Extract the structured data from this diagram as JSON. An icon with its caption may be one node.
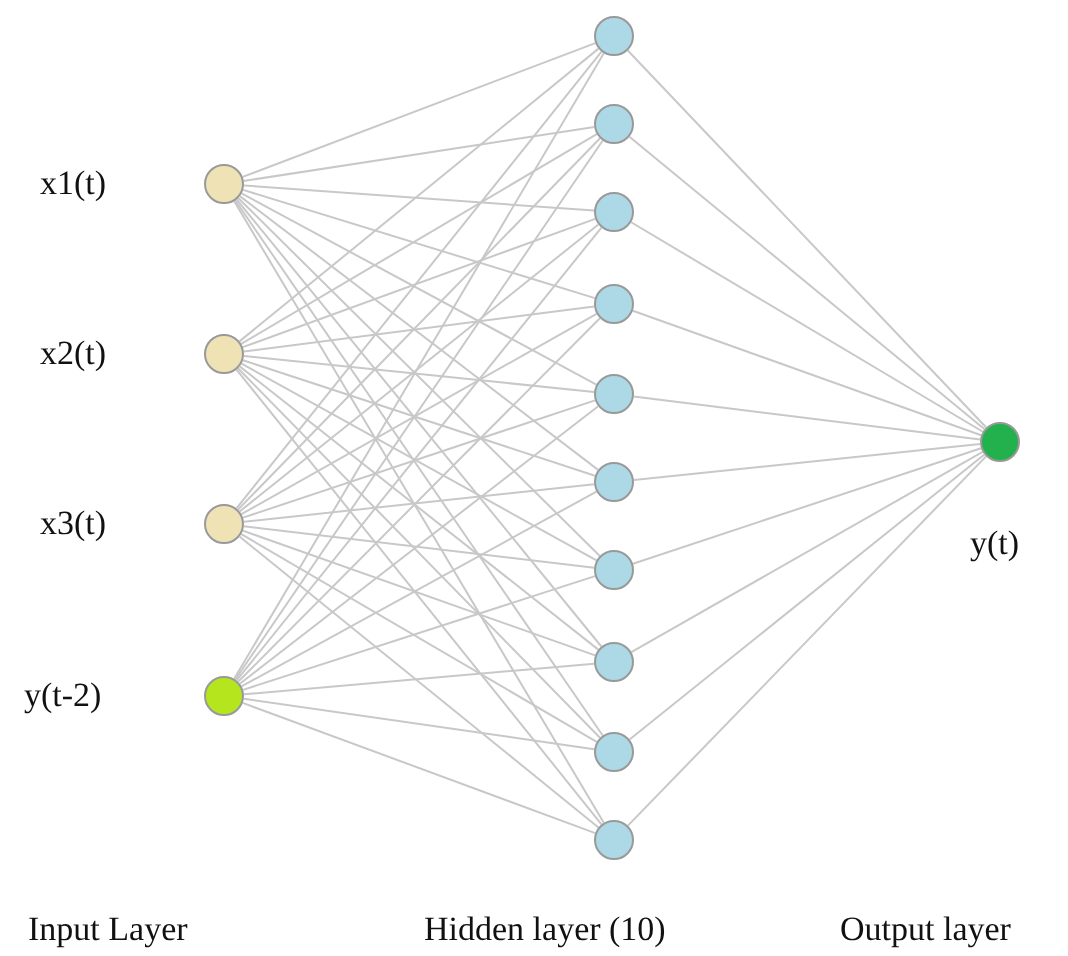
{
  "diagram": {
    "nodes": [
      {
        "text": [],
        "shape": "circle",
        "beside": [
          "x1(t)"
        ]
      },
      {
        "text": [],
        "shape": "circle",
        "beside": [
          "x2(t)"
        ]
      },
      {
        "text": [],
        "shape": "circle",
        "beside": [
          "x3(t)"
        ]
      },
      {
        "text": [],
        "shape": "circle",
        "beside": [
          "y(t-2)"
        ]
      },
      {
        "text": [],
        "shape": "circle"
      },
      {
        "text": [],
        "shape": "circle"
      },
      {
        "text": [],
        "shape": "circle"
      },
      {
        "text": [],
        "shape": "circle"
      },
      {
        "text": [],
        "shape": "circle"
      },
      {
        "text": [],
        "shape": "circle"
      },
      {
        "text": [],
        "shape": "circle"
      },
      {
        "text": [],
        "shape": "circle"
      },
      {
        "text": [],
        "shape": "circle"
      },
      {
        "text": [],
        "shape": "circle"
      },
      {
        "text": [],
        "shape": "circle",
        "beside": [
          "y(t)"
        ]
      }
    ],
    "edges": [
      {
        "from": 0,
        "to": 4,
        "arrow": "none"
      },
      {
        "from": 0,
        "to": 5,
        "arrow": "none"
      },
      {
        "from": 0,
        "to": 6,
        "arrow": "none"
      },
      {
        "from": 0,
        "to": 7,
        "arrow": "none"
      },
      {
        "from": 0,
        "to": 8,
        "arrow": "none"
      },
      {
        "from": 0,
        "to": 9,
        "arrow": "none"
      },
      {
        "from": 0,
        "to": 10,
        "arrow": "none"
      },
      {
        "from": 0,
        "to": 11,
        "arrow": "none"
      },
      {
        "from": 0,
        "to": 12,
        "arrow": "none"
      },
      {
        "from": 0,
        "to": 13,
        "arrow": "none"
      },
      {
        "from": 1,
        "to": 4,
        "arrow": "none"
      },
      {
        "from": 1,
        "to": 5,
        "arrow": "none"
      },
      {
        "from": 1,
        "to": 6,
        "arrow": "none"
      },
      {
        "from": 1,
        "to": 7,
        "arrow": "none"
      },
      {
        "from": 1,
        "to": 8,
        "arrow": "none"
      },
      {
        "from": 1,
        "to": 9,
        "arrow": "none"
      },
      {
        "from": 1,
        "to": 10,
        "arrow": "none"
      },
      {
        "from": 1,
        "to": 11,
        "arrow": "none"
      },
      {
        "from": 1,
        "to": 12,
        "arrow": "none"
      },
      {
        "from": 1,
        "to": 13,
        "arrow": "none"
      },
      {
        "from": 2,
        "to": 4,
        "arrow": "none"
      },
      {
        "from": 2,
        "to": 5,
        "arrow": "none"
      },
      {
        "from": 2,
        "to": 6,
        "arrow": "none"
      },
      {
        "from": 2,
        "to": 7,
        "arrow": "none"
      },
      {
        "from": 2,
        "to": 8,
        "arrow": "none"
      },
      {
        "from": 2,
        "to": 9,
        "arrow": "none"
      },
      {
        "from": 2,
        "to": 10,
        "arrow": "none"
      },
      {
        "from": 2,
        "to": 11,
        "arrow": "none"
      },
      {
        "from": 2,
        "to": 12,
        "arrow": "none"
      },
      {
        "from": 2,
        "to": 13,
        "arrow": "none"
      },
      {
        "from": 3,
        "to": 4,
        "arrow": "none"
      },
      {
        "from": 3,
        "to": 5,
        "arrow": "none"
      },
      {
        "from": 3,
        "to": 6,
        "arrow": "none"
      },
      {
        "from": 3,
        "to": 7,
        "arrow": "none"
      },
      {
        "from": 3,
        "to": 8,
        "arrow": "none"
      },
      {
        "from": 3,
        "to": 9,
        "arrow": "none"
      },
      {
        "from": 3,
        "to": 10,
        "arrow": "none"
      },
      {
        "from": 3,
        "to": 11,
        "arrow": "none"
      },
      {
        "from": 3,
        "to": 12,
        "arrow": "none"
      },
      {
        "from": 3,
        "to": 13,
        "arrow": "none"
      },
      {
        "from": 4,
        "to": 14,
        "arrow": "none"
      },
      {
        "from": 5,
        "to": 14,
        "arrow": "none"
      },
      {
        "from": 6,
        "to": 14,
        "arrow": "none"
      },
      {
        "from": 7,
        "to": 14,
        "arrow": "none"
      },
      {
        "from": 8,
        "to": 14,
        "arrow": "none"
      },
      {
        "from": 9,
        "to": 14,
        "arrow": "none"
      },
      {
        "from": 10,
        "to": 14,
        "arrow": "none"
      },
      {
        "from": 11,
        "to": 14,
        "arrow": "none"
      },
      {
        "from": 12,
        "to": 14,
        "arrow": "none"
      },
      {
        "from": 13,
        "to": 14,
        "arrow": "none"
      }
    ],
    "labels": [
      "Input Layer",
      "Hidden layer (10)",
      "Output layer"
    ]
  }
}
